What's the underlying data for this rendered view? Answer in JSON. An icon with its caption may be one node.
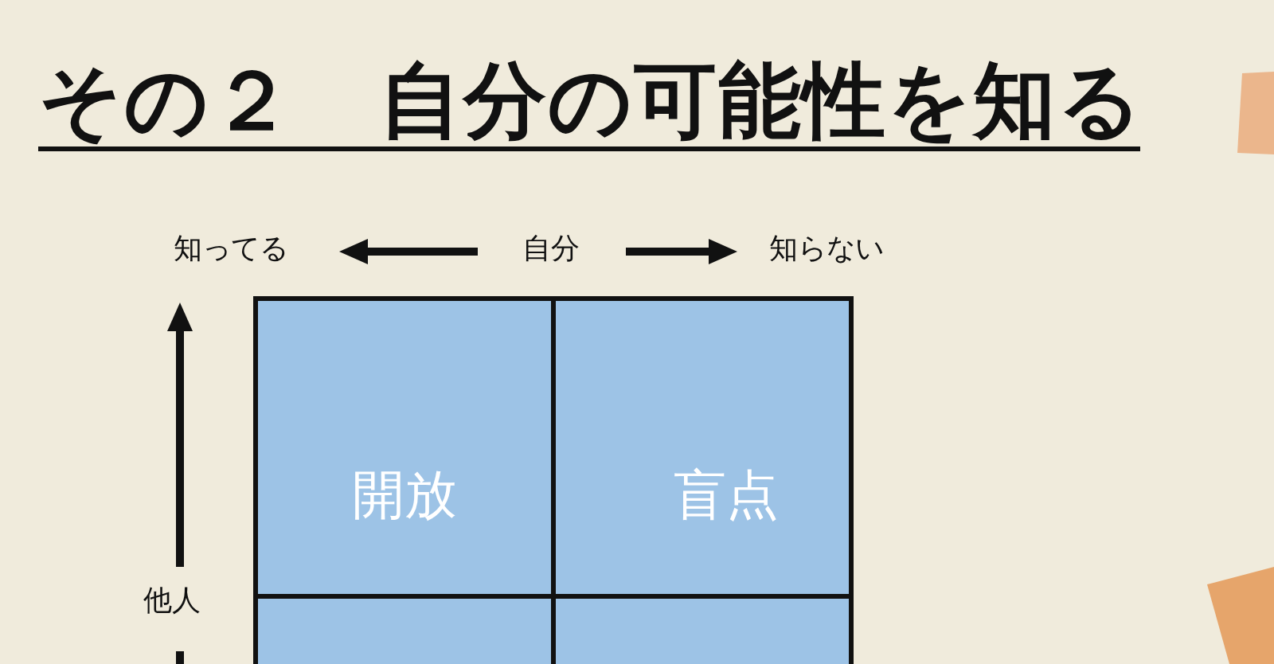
{
  "diagram": {
    "title": "その２　自分の可能性を知る",
    "nodes": [
      {
        "text": [
          "開放"
        ]
      },
      {
        "text": [
          "盲点"
        ]
      },
      {
        "text": [],
        "shape": "box"
      },
      {
        "text": [],
        "shape": "box"
      }
    ],
    "labels": [
      "知ってる",
      "自分",
      "知らない",
      "他人"
    ]
  }
}
